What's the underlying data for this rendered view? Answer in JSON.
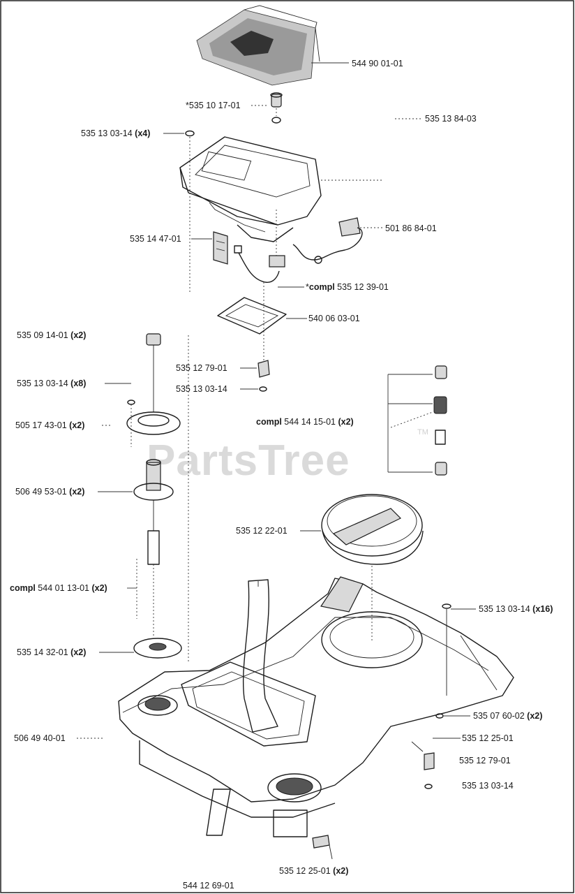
{
  "watermark": {
    "text": "PartsTree",
    "tm": "TM"
  },
  "labels": {
    "l01": {
      "num": "544 90 01-01"
    },
    "l02": {
      "num": "535 10 17-01",
      "mark": "*"
    },
    "l03": {
      "num": "535 13 84-03"
    },
    "l04": {
      "num": "535 13 03-14",
      "qty": "(x4)"
    },
    "l05": {
      "num": "501 86 84-01"
    },
    "l06": {
      "num": "535 14 47-01"
    },
    "l07": {
      "pre": "compl",
      "num": "535 12 39-01",
      "mark": "*"
    },
    "l08": {
      "num": "540 06 03-01"
    },
    "l09": {
      "num": "535 09 14-01",
      "qty": "(x2)"
    },
    "l10": {
      "num": "535 12 79-01"
    },
    "l11": {
      "num": "535 13 03-14"
    },
    "l12": {
      "num": "535 13 03-14",
      "qty": "(x8)"
    },
    "l13": {
      "num": "505 17 43-01",
      "qty": "(x2)"
    },
    "l14": {
      "pre": "compl",
      "num": "544 14 15-01",
      "qty": "(x2)"
    },
    "l15": {
      "num": "506 49 53-01",
      "qty": "(x2)"
    },
    "l16": {
      "num": "535 12 22-01"
    },
    "l17": {
      "pre": "compl",
      "num": "544 01 13-01",
      "qty": "(x2)"
    },
    "l18": {
      "num": "535 13 03-14",
      "qty": "(x16)"
    },
    "l19": {
      "num": "535 14 32-01",
      "qty": "(x2)"
    },
    "l20": {
      "num": "535 07 60-02",
      "qty": "(x2)"
    },
    "l21": {
      "num": "506 49 40-01"
    },
    "l22": {
      "num": "535 12 25-01"
    },
    "l23": {
      "num": "535 12 79-01"
    },
    "l24": {
      "num": "535 13 03-14"
    },
    "l25": {
      "num": "535 12 25-01",
      "qty": "(x2)"
    },
    "l26": {
      "num": "544 12 69-01"
    }
  }
}
